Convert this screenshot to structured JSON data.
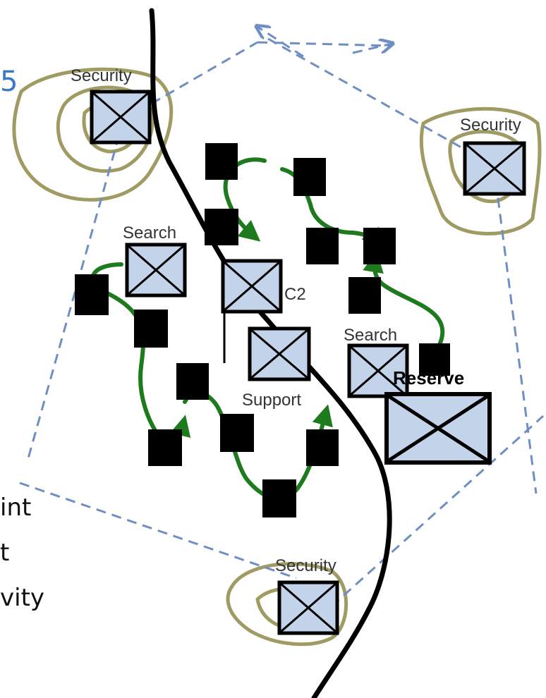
{
  "colors": {
    "route_arrow": "#1d7a1d",
    "boundary_dashed": "#6f8fc4",
    "terrain_contour": "#a09a63",
    "unit_fill": "#c3d3ea",
    "element_block": "#000000",
    "side_text_blue": "#3b78c4"
  },
  "labels": {
    "security_nw": "Security",
    "security_ne": "Security",
    "security_s": "Security",
    "search_w": "Search",
    "search_e": "Search",
    "c2": "C2",
    "support": "Support",
    "reserve": "Reserve"
  },
  "side_text": {
    "top_fragment": "5",
    "line1": "int",
    "line2": "t",
    "line3": "vity"
  }
}
